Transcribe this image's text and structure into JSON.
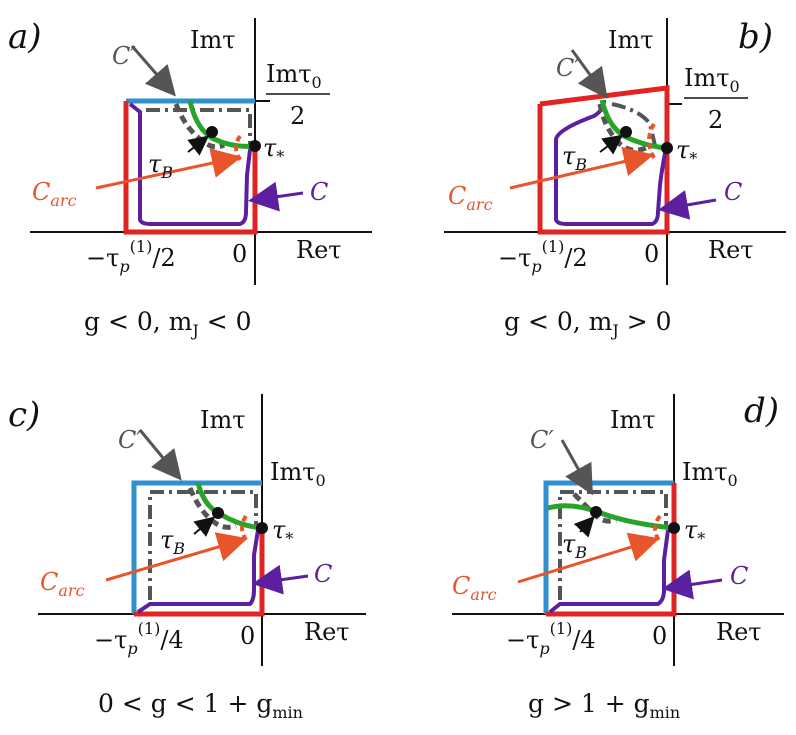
{
  "colors": {
    "axis": "#111111",
    "blue": "#2f8fd0",
    "red": "#e02323",
    "purple": "#5b1fa0",
    "green": "#2aa32a",
    "gray": "#555555",
    "orange": "#e8552a"
  },
  "labels": {
    "im_axis": "Imτ",
    "re_axis": "Reτ",
    "zero": "0",
    "tau_B": "τ",
    "tau_B_sub": "B",
    "tau_star": "τ",
    "tau_star_sub": "*",
    "C_prime": "C′",
    "C": "C",
    "C_arc": "C",
    "C_arc_sub": "arc",
    "im_tau0": "Imτ",
    "im_tau0_sub": "0",
    "half": "2"
  },
  "panels": [
    {
      "tag": "a)",
      "left_label": "−τ",
      "left_sup": "(1)",
      "left_sub": "p",
      "left_div": "/2",
      "cond": "g < 0,    m",
      "cond_sub": "J",
      "cond_tail": " < 0"
    },
    {
      "tag": "b)",
      "left_label": "−τ",
      "left_sup": "(1)",
      "left_sub": "p",
      "left_div": "/2",
      "cond": "g < 0,    m",
      "cond_sub": "J",
      "cond_tail": " > 0"
    },
    {
      "tag": "c)",
      "left_label": "−τ",
      "left_sup": "(1)",
      "left_sub": "p",
      "left_div": "/4",
      "cond": "0 < g < 1 + g",
      "cond_sub": "min",
      "cond_tail": ""
    },
    {
      "tag": "d)",
      "left_label": "−τ",
      "left_sup": "(1)",
      "left_sub": "p",
      "left_div": "/4",
      "cond": "g > 1 + g",
      "cond_sub": "min",
      "cond_tail": ""
    }
  ]
}
